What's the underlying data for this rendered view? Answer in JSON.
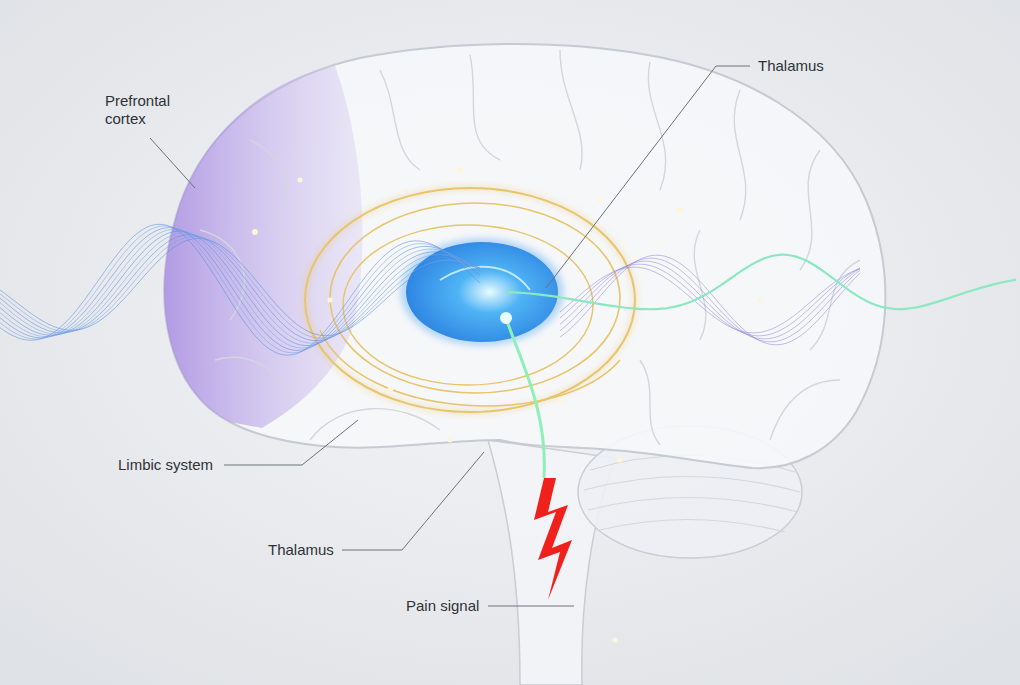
{
  "diagram": {
    "labels": [
      "Prefrontal cortex",
      "Thalamus",
      "Limbic system",
      "Thalamus",
      "Pain signal"
    ]
  }
}
